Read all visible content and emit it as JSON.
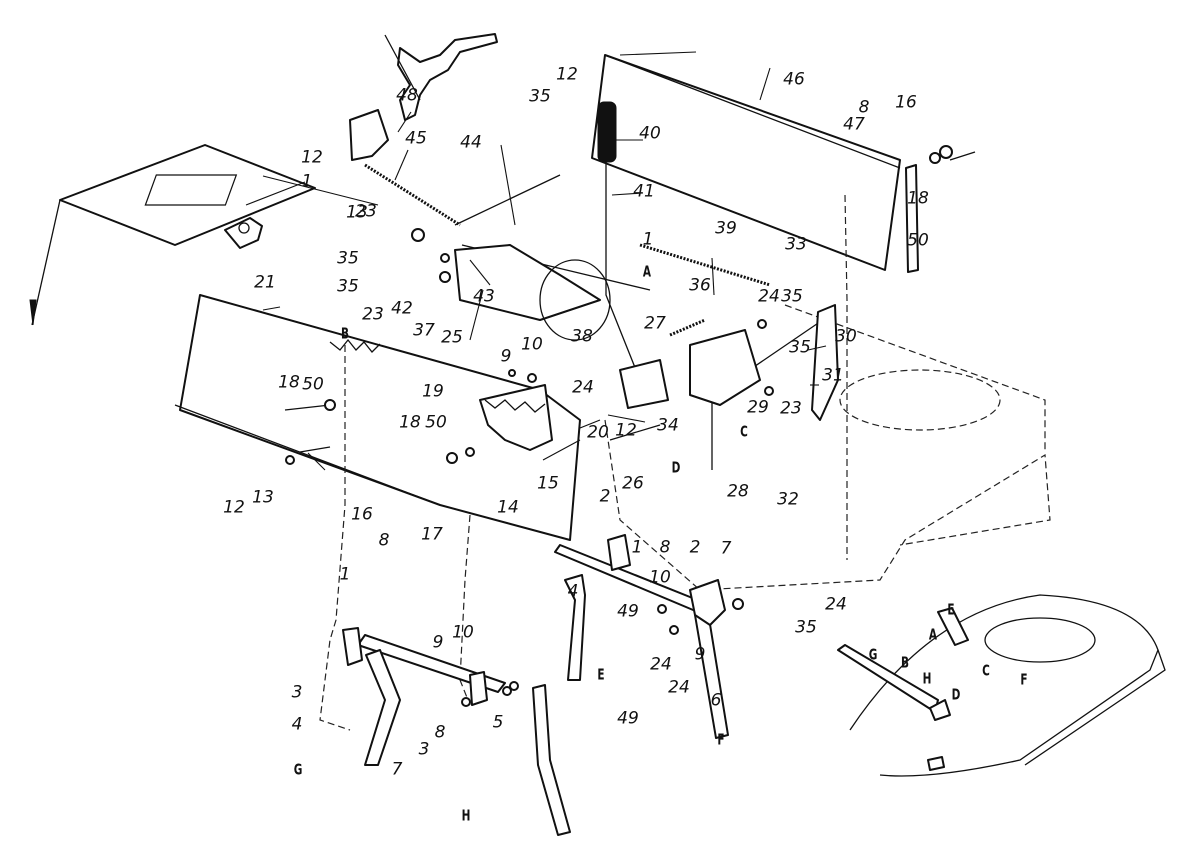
{
  "diagram": {
    "type": "exploded parts diagram",
    "subject": "Mower deck lift linkage and cutting height control",
    "part_callouts": [
      {
        "id": "c1",
        "label": "1"
      },
      {
        "id": "c2",
        "label": "1"
      },
      {
        "id": "c3",
        "label": "1"
      },
      {
        "id": "c4",
        "label": "1"
      },
      {
        "id": "c5",
        "label": "2"
      },
      {
        "id": "c6",
        "label": "2"
      },
      {
        "id": "c7",
        "label": "3"
      },
      {
        "id": "c8",
        "label": "3"
      },
      {
        "id": "c9",
        "label": "4"
      },
      {
        "id": "c10",
        "label": "4"
      },
      {
        "id": "c11",
        "label": "5"
      },
      {
        "id": "c12",
        "label": "6"
      },
      {
        "id": "c13",
        "label": "7"
      },
      {
        "id": "c14",
        "label": "7"
      },
      {
        "id": "c15",
        "label": "8"
      },
      {
        "id": "c16",
        "label": "8"
      },
      {
        "id": "c17",
        "label": "8"
      },
      {
        "id": "c18",
        "label": "8"
      },
      {
        "id": "c19",
        "label": "9"
      },
      {
        "id": "c20",
        "label": "9"
      },
      {
        "id": "c21",
        "label": "9"
      },
      {
        "id": "c22",
        "label": "10"
      },
      {
        "id": "c23",
        "label": "10"
      },
      {
        "id": "c24",
        "label": "10"
      },
      {
        "id": "c25",
        "label": "12"
      },
      {
        "id": "c26",
        "label": "12"
      },
      {
        "id": "c27",
        "label": "12"
      },
      {
        "id": "c28",
        "label": "12"
      },
      {
        "id": "c29",
        "label": "13"
      },
      {
        "id": "c30",
        "label": "13"
      },
      {
        "id": "c31",
        "label": "14"
      },
      {
        "id": "c32",
        "label": "15"
      },
      {
        "id": "c33",
        "label": "16"
      },
      {
        "id": "c34",
        "label": "16"
      },
      {
        "id": "c35",
        "label": "17"
      },
      {
        "id": "c36",
        "label": "18"
      },
      {
        "id": "c37",
        "label": "18"
      },
      {
        "id": "c38",
        "label": "18"
      },
      {
        "id": "c39",
        "label": "19"
      },
      {
        "id": "c40",
        "label": "20"
      },
      {
        "id": "c41",
        "label": "21"
      },
      {
        "id": "c42",
        "label": "23"
      },
      {
        "id": "c43",
        "label": "23"
      },
      {
        "id": "c44",
        "label": "23"
      },
      {
        "id": "c45",
        "label": "24"
      },
      {
        "id": "c46",
        "label": "24"
      },
      {
        "id": "c47",
        "label": "24"
      },
      {
        "id": "c48",
        "label": "24"
      },
      {
        "id": "c49",
        "label": "24"
      },
      {
        "id": "c50",
        "label": "25"
      },
      {
        "id": "c51",
        "label": "26"
      },
      {
        "id": "c52",
        "label": "27"
      },
      {
        "id": "c53",
        "label": "28"
      },
      {
        "id": "c54",
        "label": "29"
      },
      {
        "id": "c55",
        "label": "30"
      },
      {
        "id": "c56",
        "label": "31"
      },
      {
        "id": "c57",
        "label": "32"
      },
      {
        "id": "c58",
        "label": "33"
      },
      {
        "id": "c59",
        "label": "34"
      },
      {
        "id": "c60",
        "label": "35"
      },
      {
        "id": "c61",
        "label": "35"
      },
      {
        "id": "c62",
        "label": "35"
      },
      {
        "id": "c63",
        "label": "35"
      },
      {
        "id": "c64",
        "label": "35"
      },
      {
        "id": "c65",
        "label": "35"
      },
      {
        "id": "c66",
        "label": "36"
      },
      {
        "id": "c67",
        "label": "37"
      },
      {
        "id": "c68",
        "label": "38"
      },
      {
        "id": "c69",
        "label": "39"
      },
      {
        "id": "c70",
        "label": "40"
      },
      {
        "id": "c71",
        "label": "41"
      },
      {
        "id": "c72",
        "label": "42"
      },
      {
        "id": "c73",
        "label": "43"
      },
      {
        "id": "c74",
        "label": "44"
      },
      {
        "id": "c75",
        "label": "45"
      },
      {
        "id": "c76",
        "label": "46"
      },
      {
        "id": "c77",
        "label": "47"
      },
      {
        "id": "c78",
        "label": "48"
      },
      {
        "id": "c79",
        "label": "49"
      },
      {
        "id": "c80",
        "label": "49"
      },
      {
        "id": "c81",
        "label": "50"
      },
      {
        "id": "c82",
        "label": "50"
      },
      {
        "id": "c83",
        "label": "50"
      }
    ],
    "reference_letters": [
      {
        "id": "r1",
        "label": "A"
      },
      {
        "id": "r2",
        "label": "A"
      },
      {
        "id": "r3",
        "label": "B"
      },
      {
        "id": "r4",
        "label": "B"
      },
      {
        "id": "r5",
        "label": "C"
      },
      {
        "id": "r6",
        "label": "C"
      },
      {
        "id": "r7",
        "label": "D"
      },
      {
        "id": "r8",
        "label": "D"
      },
      {
        "id": "r9",
        "label": "E"
      },
      {
        "id": "r10",
        "label": "E"
      },
      {
        "id": "r11",
        "label": "F"
      },
      {
        "id": "r12",
        "label": "F"
      },
      {
        "id": "r13",
        "label": "G"
      },
      {
        "id": "r14",
        "label": "G"
      },
      {
        "id": "r15",
        "label": "H"
      },
      {
        "id": "r16",
        "label": "H"
      }
    ]
  }
}
